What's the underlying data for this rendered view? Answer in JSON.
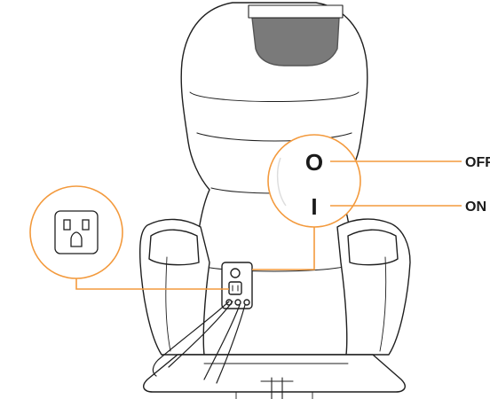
{
  "diagram": {
    "labels": {
      "off_symbol": "O",
      "on_symbol": "I",
      "off_label": "OFF",
      "on_label": "ON"
    },
    "icons": {
      "outlet": "wall-outlet-icon",
      "switch": "power-switch-icon",
      "chair": "massage-chair-rear-view"
    },
    "colors": {
      "accent": "#F39A3D",
      "line": "#1f1f1f",
      "headrest": "#7a7a7a",
      "background": "#ffffff"
    }
  }
}
